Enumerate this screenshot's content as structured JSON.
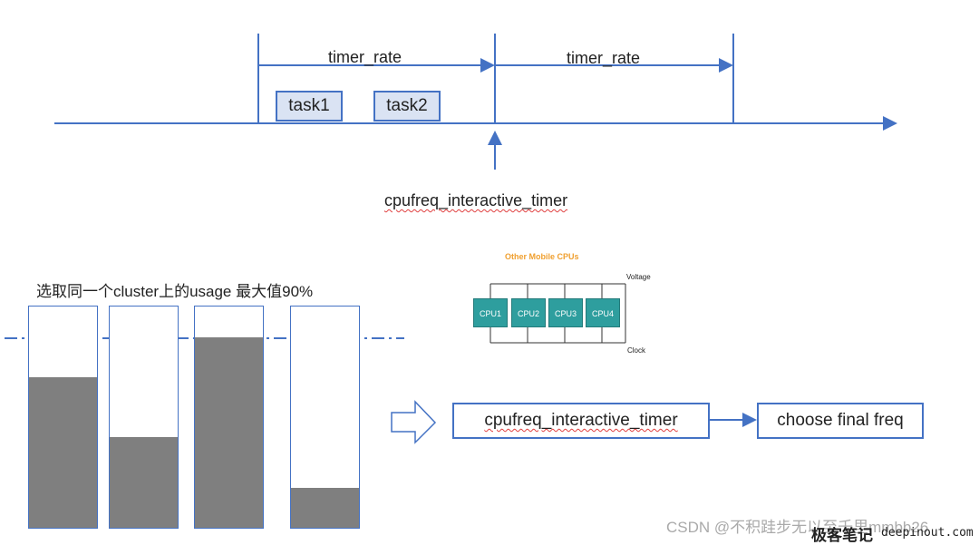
{
  "timeline": {
    "interval1_label": "timer_rate",
    "interval2_label": "timer_rate",
    "task1": "task1",
    "task2": "task2",
    "timer_label": "cpufreq_interactive_timer"
  },
  "usage_panel": {
    "title": "选取同一个cluster上的usage 最大值90%",
    "bars": [
      {
        "usage": 0.68
      },
      {
        "usage": 0.41
      },
      {
        "usage": 0.86
      },
      {
        "usage": 0.18
      }
    ],
    "max_line_level": 0.87
  },
  "mini_figure": {
    "title": "Other Mobile CPUs",
    "voltage_label": "Voltage",
    "clock_label": "Clock",
    "cpus": [
      "CPU1",
      "CPU2",
      "CPU3",
      "CPU4"
    ],
    "colors": {
      "title": "#f0a030",
      "cpu": "#2e9e9e"
    }
  },
  "flow": {
    "timer_box": "cpufreq_interactive_timer",
    "final_box": "choose final freq"
  },
  "watermark": {
    "csdn": "CSDN @不积跬步无以至千里mmbb26",
    "site_cn": "极客笔记",
    "site_url": "deepinout.com"
  },
  "colors": {
    "accent": "#4472c4",
    "fill": "#7f7f7f",
    "task_bg": "#dae3f3"
  }
}
